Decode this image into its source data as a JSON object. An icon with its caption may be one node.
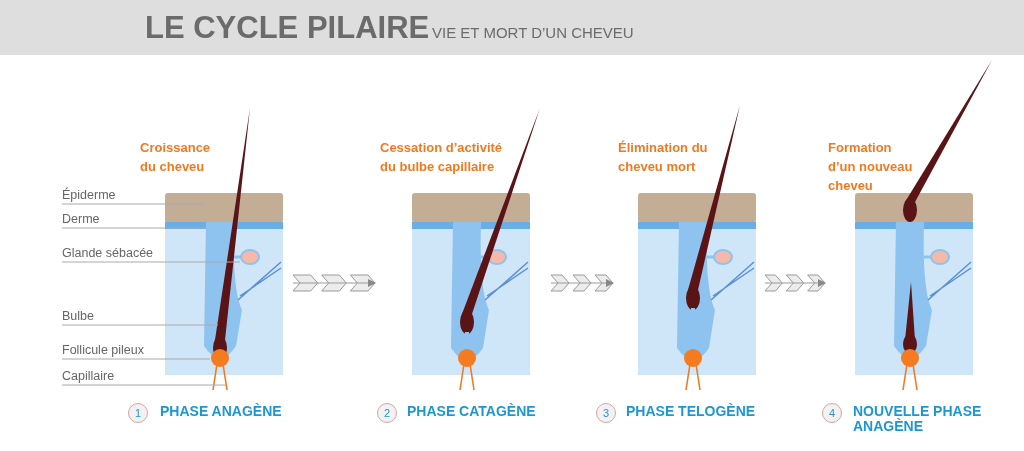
{
  "diagram": {
    "title": "LE CYCLE PILAIRE",
    "nodes": [
      {
        "text": [
          "Croissance du cheveu"
        ],
        "beside": [
          "1",
          "PHASE ANAGÈNE"
        ]
      },
      {
        "text": [
          "Cessation d’activité du bulbe capillaire"
        ],
        "beside": [
          "2",
          "PHASE CATAGÈNE"
        ]
      },
      {
        "text": [
          "Élimination du cheveu mort"
        ],
        "beside": [
          "3",
          "PHASE TELOGÈNE"
        ]
      },
      {
        "text": [
          "Formation d’un nouveau cheveu"
        ],
        "beside": [
          "4",
          "NOUVELLE PHASE ANAGÈNE"
        ]
      },
      {
        "text": [
          "Épiderme"
        ]
      },
      {
        "text": [
          "Derme"
        ]
      },
      {
        "text": [
          "Glande sébacée"
        ]
      },
      {
        "text": [
          "Bulbe"
        ]
      },
      {
        "text": [
          "Follicule pileux"
        ]
      },
      {
        "text": [
          "Capillaire"
        ]
      }
    ],
    "edges": [
      {
        "from": 0,
        "to": 1,
        "arrow": "to"
      },
      {
        "from": 1,
        "to": 2,
        "arrow": "to"
      },
      {
        "from": 2,
        "to": 3,
        "arrow": "to"
      },
      {
        "from": 4,
        "to": 0,
        "arrow": "none"
      },
      {
        "from": 5,
        "to": 0,
        "arrow": "none"
      },
      {
        "from": 6,
        "to": 0,
        "arrow": "none"
      },
      {
        "from": 7,
        "to": 0,
        "arrow": "none"
      },
      {
        "from": 8,
        "to": 0,
        "arrow": "none"
      },
      {
        "from": 9,
        "to": 0,
        "arrow": "none"
      }
    ],
    "labels": [
      "VIE ET MORT D’UN CHEVEU"
    ]
  }
}
